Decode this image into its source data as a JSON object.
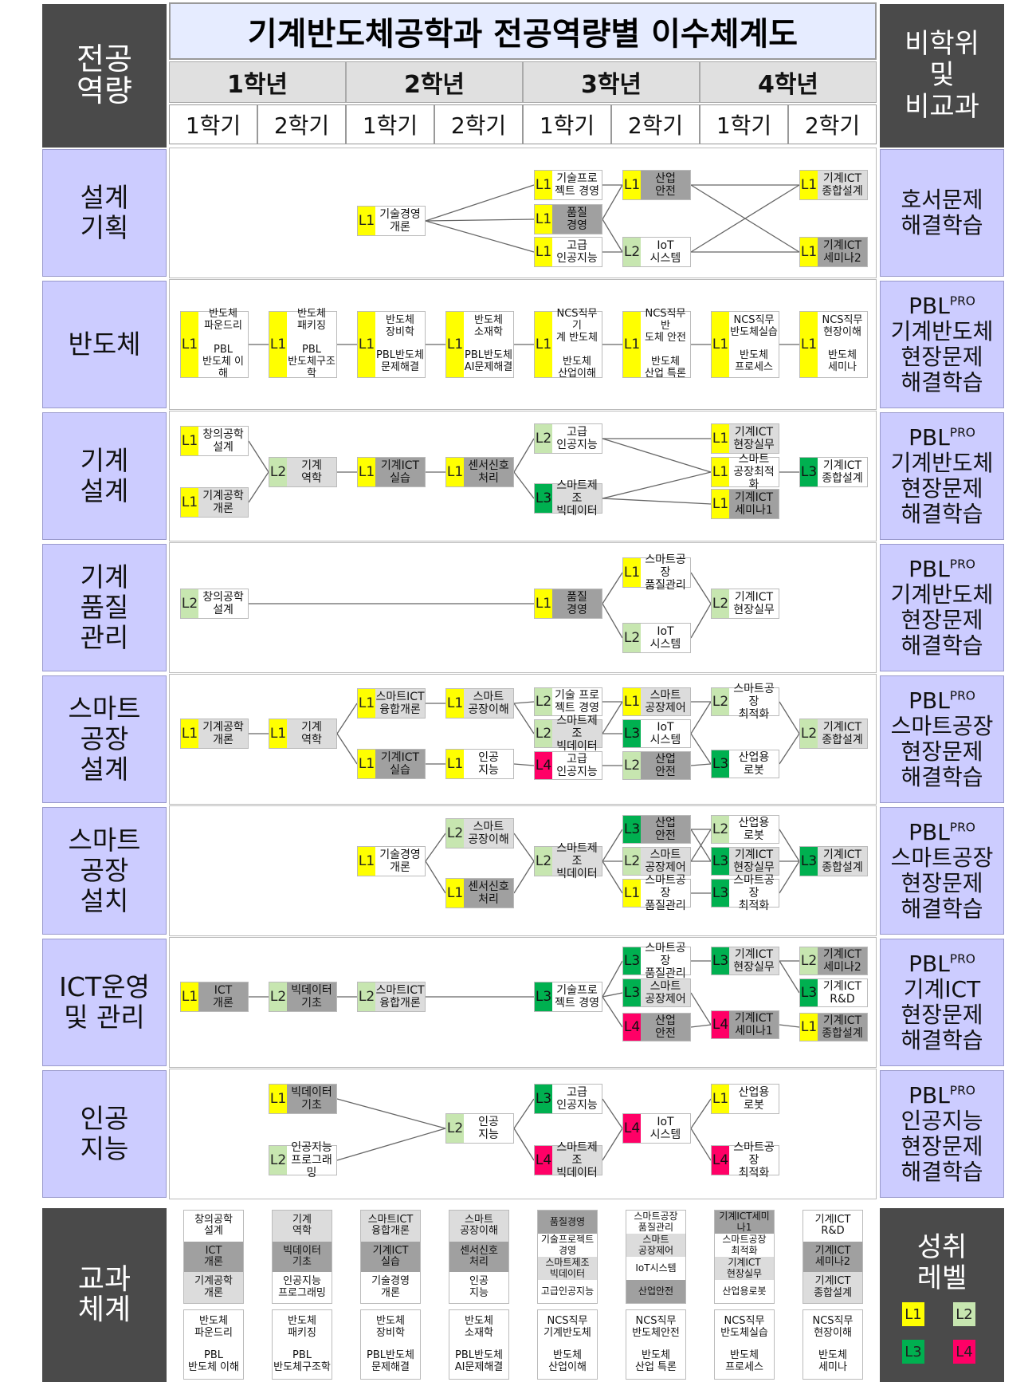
{
  "title": "기계반도체공학과 전공역량별 이수체계도",
  "corner_left": "전공\n역량",
  "corner_right": "비학위\n및\n비교과",
  "years": [
    "1학년",
    "2학년",
    "3학년",
    "4학년"
  ],
  "semesters": [
    "1학기",
    "2학기",
    "1학기",
    "2학기",
    "1학기",
    "2학기",
    "1학기",
    "2학기"
  ],
  "rows": [
    {
      "label": "설계\n기획",
      "right": "호서문제\n해결학습",
      "right_sup": ""
    },
    {
      "label": "반도체",
      "right": "기계반도체\n현장문제\n해결학습",
      "right_sup": "PBL|PRO"
    },
    {
      "label": "기계\n설계",
      "right": "기계반도체\n현장문제\n해결학습",
      "right_sup": "PBL|PRO"
    },
    {
      "label": "기계\n품질\n관리",
      "right": "기계반도체\n현장문제\n해결학습",
      "right_sup": "PBL|PRO"
    },
    {
      "label": "스마트\n공장\n설계",
      "right": "스마트공장\n현장문제\n해결학습",
      "right_sup": "PBL|PRO"
    },
    {
      "label": "스마트\n공장\n설치",
      "right": "스마트공장\n현장문제\n해결학습",
      "right_sup": "PBL|PRO"
    },
    {
      "label": "ICT운영\n및 관리",
      "right": "기계ICT\n현장문제\n해결학습",
      "right_sup": "PBL|PRO"
    },
    {
      "label": "인공\n지능",
      "right": "인공지능\n현장문제\n해결학습",
      "right_sup": "PBL|PRO"
    }
  ],
  "courses": [
    {
      "id": "a1",
      "lv": "L1",
      "name": "기술경영\n개론",
      "bg": "w"
    },
    {
      "id": "a2",
      "lv": "L1",
      "name": "기술프로\n젝트 경영",
      "bg": "w"
    },
    {
      "id": "a3",
      "lv": "L1",
      "name": "품질\n경영",
      "bg": "dg"
    },
    {
      "id": "a4",
      "lv": "L1",
      "name": "고급\n인공지능",
      "bg": "w"
    },
    {
      "id": "a5",
      "lv": "L1",
      "name": "산업\n안전",
      "bg": "dg"
    },
    {
      "id": "a6",
      "lv": "L2",
      "name": "IoT\n시스템",
      "bg": "w"
    },
    {
      "id": "a7",
      "lv": "L1",
      "name": "기계ICT\n종합설계",
      "bg": "lg"
    },
    {
      "id": "a8",
      "lv": "L1",
      "name": "기계ICT\n세미나2",
      "bg": "dg"
    },
    {
      "id": "b1",
      "lv": "L1",
      "name": "반도체\n파운드리\n\nPBL\n반도체 이해",
      "bg": "w"
    },
    {
      "id": "b2",
      "lv": "L1",
      "name": "반도체\n패키징\n\nPBL\n반도체구조학",
      "bg": "w"
    },
    {
      "id": "b3",
      "lv": "L1",
      "name": "반도체\n장비학\n\nPBL반도체\n문제해결",
      "bg": "w"
    },
    {
      "id": "b4",
      "lv": "L1",
      "name": "반도체\n소재학\n\nPBL반도체\nAI문제해결",
      "bg": "w"
    },
    {
      "id": "b5",
      "lv": "L1",
      "name": "NCS직무 기\n계 반도체\n\n반도체\n산업이해",
      "bg": "w"
    },
    {
      "id": "b6",
      "lv": "L1",
      "name": "NCS직무 반\n도체 안전\n\n반도체\n산업 특론",
      "bg": "w"
    },
    {
      "id": "b7",
      "lv": "L1",
      "name": "NCS직무\n반도체실습\n\n반도체\n프로세스",
      "bg": "w"
    },
    {
      "id": "b8",
      "lv": "L1",
      "name": "NCS직무\n현장이해\n\n반도체\n세미나",
      "bg": "w"
    },
    {
      "id": "c1",
      "lv": "L1",
      "name": "창의공학\n설계",
      "bg": "w"
    },
    {
      "id": "c2",
      "lv": "L1",
      "name": "기계공학\n개론",
      "bg": "lg"
    },
    {
      "id": "c3",
      "lv": "L2",
      "name": "기계\n역학",
      "bg": "lg"
    },
    {
      "id": "c4",
      "lv": "L1",
      "name": "기계ICT\n실습",
      "bg": "dg"
    },
    {
      "id": "c5",
      "lv": "L1",
      "name": "센서신호\n처리",
      "bg": "dg"
    },
    {
      "id": "c6",
      "lv": "L2",
      "name": "고급\n인공지능",
      "bg": "w"
    },
    {
      "id": "c7",
      "lv": "L3",
      "name": "스마트제조\n빅데이터",
      "bg": "lg"
    },
    {
      "id": "c8",
      "lv": "L1",
      "name": "기계ICT\n현장실무",
      "bg": "lg"
    },
    {
      "id": "c9",
      "lv": "L1",
      "name": "스마트\n공장최적화",
      "bg": "w"
    },
    {
      "id": "c10",
      "lv": "L1",
      "name": "기계ICT\n세미나1",
      "bg": "dg"
    },
    {
      "id": "c11",
      "lv": "L3",
      "name": "기계ICT\n종합설계",
      "bg": "w"
    },
    {
      "id": "d1",
      "lv": "L2",
      "name": "창의공학\n설계",
      "bg": "w"
    },
    {
      "id": "d2",
      "lv": "L1",
      "name": "품질\n경영",
      "bg": "dg"
    },
    {
      "id": "d3",
      "lv": "L1",
      "name": "스마트공장\n품질관리",
      "bg": "w"
    },
    {
      "id": "d4",
      "lv": "L2",
      "name": "IoT\n시스템",
      "bg": "w"
    },
    {
      "id": "d5",
      "lv": "L2",
      "name": "기계ICT\n현장실무",
      "bg": "w"
    },
    {
      "id": "e1",
      "lv": "L1",
      "name": "기계공학\n개론",
      "bg": "lg"
    },
    {
      "id": "e2",
      "lv": "L1",
      "name": "기계\n역학",
      "bg": "lg"
    },
    {
      "id": "e3",
      "lv": "L1",
      "name": "스마트ICT\n융합개론",
      "bg": "lg"
    },
    {
      "id": "e4",
      "lv": "L1",
      "name": "기계ICT\n실습",
      "bg": "dg"
    },
    {
      "id": "e5",
      "lv": "L1",
      "name": "스마트\n공장이해",
      "bg": "lg"
    },
    {
      "id": "e6",
      "lv": "L1",
      "name": "인공\n지능",
      "bg": "w"
    },
    {
      "id": "e7",
      "lv": "L2",
      "name": "기술 프로\n젝트 경영",
      "bg": "w"
    },
    {
      "id": "e8",
      "lv": "L2",
      "name": "스마트제조\n빅데이터",
      "bg": "lg"
    },
    {
      "id": "e9",
      "lv": "L4",
      "name": "고급\n인공지능",
      "bg": "w"
    },
    {
      "id": "e10",
      "lv": "L1",
      "name": "스마트\n공장제어",
      "bg": "lg"
    },
    {
      "id": "e11",
      "lv": "L3",
      "name": "IoT\n시스템",
      "bg": "w"
    },
    {
      "id": "e12",
      "lv": "L2",
      "name": "산업\n안전",
      "bg": "dg"
    },
    {
      "id": "e13",
      "lv": "L2",
      "name": "스마트공장\n최적화",
      "bg": "w"
    },
    {
      "id": "e14",
      "lv": "L3",
      "name": "산업용\n로봇",
      "bg": "w"
    },
    {
      "id": "e15",
      "lv": "L2",
      "name": "기계ICT\n종합설계",
      "bg": "lg"
    },
    {
      "id": "f1",
      "lv": "L1",
      "name": "기술경영\n개론",
      "bg": "w"
    },
    {
      "id": "f2",
      "lv": "L2",
      "name": "스마트\n공장이해",
      "bg": "lg"
    },
    {
      "id": "f3",
      "lv": "L1",
      "name": "센서신호\n처리",
      "bg": "dg"
    },
    {
      "id": "f4",
      "lv": "L2",
      "name": "스마트제조\n빅데이터",
      "bg": "lg"
    },
    {
      "id": "f5",
      "lv": "L3",
      "name": "산업\n안전",
      "bg": "dg"
    },
    {
      "id": "f6",
      "lv": "L2",
      "name": "스마트\n공장제어",
      "bg": "lg"
    },
    {
      "id": "f7",
      "lv": "L1",
      "name": "스마트공장\n품질관리",
      "bg": "w"
    },
    {
      "id": "f8",
      "lv": "L2",
      "name": "산업용\n로봇",
      "bg": "w"
    },
    {
      "id": "f9",
      "lv": "L3",
      "name": "기계ICT\n현장실무",
      "bg": "lg"
    },
    {
      "id": "f10",
      "lv": "L3",
      "name": "스마트공장\n최적화",
      "bg": "w"
    },
    {
      "id": "f11",
      "lv": "L3",
      "name": "기계ICT\n종합설계",
      "bg": "lg"
    },
    {
      "id": "g1",
      "lv": "L1",
      "name": "ICT\n개론",
      "bg": "dg"
    },
    {
      "id": "g2",
      "lv": "L2",
      "name": "빅데이터\n기초",
      "bg": "dg"
    },
    {
      "id": "g3",
      "lv": "L2",
      "name": "스마트ICT\n융합개론",
      "bg": "lg"
    },
    {
      "id": "g4",
      "lv": "L3",
      "name": "기술프로\n젝트 경영",
      "bg": "w"
    },
    {
      "id": "g5",
      "lv": "L3",
      "name": "스마트공장\n품질관리",
      "bg": "w"
    },
    {
      "id": "g6",
      "lv": "L3",
      "name": "스마트\n공장제어",
      "bg": "lg"
    },
    {
      "id": "g7",
      "lv": "L4",
      "name": "산업\n안전",
      "bg": "dg"
    },
    {
      "id": "g8",
      "lv": "L3",
      "name": "기계ICT\n현장실무",
      "bg": "lg"
    },
    {
      "id": "g9",
      "lv": "L4",
      "name": "기계ICT\n세미나1",
      "bg": "dg"
    },
    {
      "id": "g10",
      "lv": "L2",
      "name": "기계ICT\n세미나2",
      "bg": "dg"
    },
    {
      "id": "g11",
      "lv": "L3",
      "name": "기계ICT\nR&D",
      "bg": "w"
    },
    {
      "id": "g12",
      "lv": "L1",
      "name": "기계ICT\n종합설계",
      "bg": "dg"
    },
    {
      "id": "h1",
      "lv": "L1",
      "name": "빅데이터\n기초",
      "bg": "dg"
    },
    {
      "id": "h2",
      "lv": "L2",
      "name": "인공지능\n프로그래밍",
      "bg": "w"
    },
    {
      "id": "h3",
      "lv": "L2",
      "name": "인공\n지능",
      "bg": "w"
    },
    {
      "id": "h4",
      "lv": "L3",
      "name": "고급\n인공지능",
      "bg": "w"
    },
    {
      "id": "h5",
      "lv": "L4",
      "name": "스마트제조\n빅데이터",
      "bg": "lg"
    },
    {
      "id": "h6",
      "lv": "L4",
      "name": "IoT\n시스템",
      "bg": "w"
    },
    {
      "id": "h7",
      "lv": "L1",
      "name": "산업용\n로봇",
      "bg": "w"
    },
    {
      "id": "h8",
      "lv": "L4",
      "name": "스마트공장\n최적화",
      "bg": "w"
    }
  ],
  "curriculum": {
    "label": "교과\n체계",
    "columns": [
      {
        "top": [
          {
            "t": "창의공학\n설계",
            "bg": "w"
          },
          {
            "t": "ICT\n개론",
            "bg": "dg"
          },
          {
            "t": "기계공학\n개론",
            "bg": "lg"
          }
        ],
        "bottom": [
          "반도체\n파운드리",
          "PBL\n반도체 이해"
        ]
      },
      {
        "top": [
          {
            "t": "기계\n역학",
            "bg": "lg"
          },
          {
            "t": "빅데이터\n기초",
            "bg": "dg"
          },
          {
            "t": "인공지능\n프로그래밍",
            "bg": "w"
          }
        ],
        "bottom": [
          "반도체\n패키징",
          "PBL\n반도체구조학"
        ]
      },
      {
        "top": [
          {
            "t": "스마트ICT\n융합개론",
            "bg": "lg"
          },
          {
            "t": "기계ICT\n실습",
            "bg": "dg"
          },
          {
            "t": "기술경영\n개론",
            "bg": "w"
          }
        ],
        "bottom": [
          "반도체\n장비학",
          "PBL반도체\n문제해결"
        ]
      },
      {
        "top": [
          {
            "t": "스마트\n공장이해",
            "bg": "lg"
          },
          {
            "t": "센서신호\n처리",
            "bg": "dg"
          },
          {
            "t": "인공\n지능",
            "bg": "w"
          }
        ],
        "bottom": [
          "반도체\n소재학",
          "PBL반도체\nAI문제해결"
        ]
      },
      {
        "top": [
          {
            "t": "품질경영",
            "bg": "dg"
          },
          {
            "t": "기술프로젝트\n경영",
            "bg": "w"
          },
          {
            "t": "스마트제조\n빅데이터",
            "bg": "lg"
          },
          {
            "t": "고급인공지능",
            "bg": "w"
          }
        ],
        "bottom": [
          "NCS직무\n기계반도체",
          "반도체\n산업이해"
        ]
      },
      {
        "top": [
          {
            "t": "스마트공장\n품질관리",
            "bg": "w"
          },
          {
            "t": "스마트\n공장제어",
            "bg": "lg"
          },
          {
            "t": "IoT시스템",
            "bg": "w"
          },
          {
            "t": "산업안전",
            "bg": "dg"
          }
        ],
        "bottom": [
          "NCS직무\n반도체안전",
          "반도체\n산업 특론"
        ]
      },
      {
        "top": [
          {
            "t": "기계ICT세미나1",
            "bg": "dg"
          },
          {
            "t": "스마트공장\n최적화",
            "bg": "w"
          },
          {
            "t": "기계ICT\n현장실무",
            "bg": "lg"
          },
          {
            "t": "산업용로봇",
            "bg": "w"
          }
        ],
        "bottom": [
          "NCS직무\n반도체실습",
          "반도체\n프로세스"
        ]
      },
      {
        "top": [
          {
            "t": "기계ICT\nR&D",
            "bg": "w"
          },
          {
            "t": "기계ICT\n세미나2",
            "bg": "dg"
          },
          {
            "t": "기계ICT\n종합설계",
            "bg": "lg"
          }
        ],
        "bottom": [
          "NCS직무\n현장이해",
          "반도체\n세미나"
        ]
      }
    ]
  },
  "achievement": {
    "label": "성취\n레벨",
    "levels": [
      "L1",
      "L2",
      "L3",
      "L4"
    ]
  },
  "colors": {
    "L1": "#ffff00",
    "L2": "#c7e6b0",
    "L3": "#00b050",
    "L4": "#ff0066",
    "dark": "#4a4a4a",
    "purple": "#ccccff",
    "title_bg": "#e6ecff"
  }
}
